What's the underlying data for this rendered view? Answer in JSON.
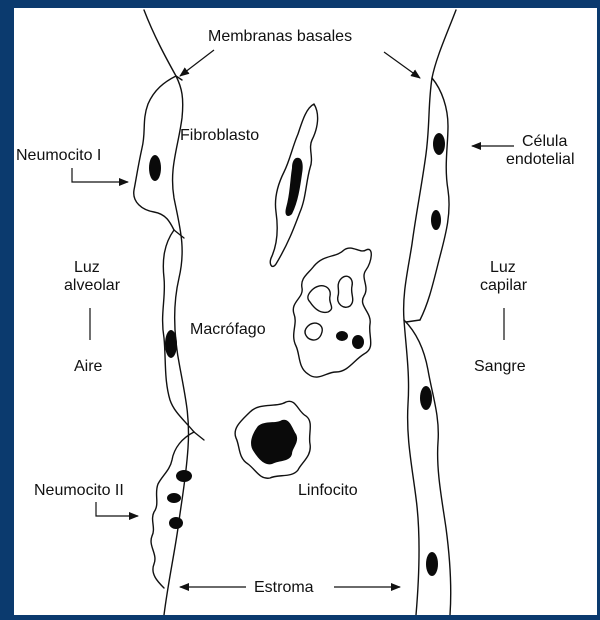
{
  "colors": {
    "frame": "#0b3a6e",
    "panel": "#ffffff",
    "ink": "#111111"
  },
  "labels": {
    "membranas_basales": "Membranas basales",
    "fibroblasto": "Fibroblasto",
    "neumocito_i": "Neumocito I",
    "celula_line1": "Célula",
    "celula_line2": "endotelial",
    "luz_alveolar_line1": "Luz",
    "luz_alveolar_line2": "alveolar",
    "aire": "Aire",
    "luz_capilar_line1": "Luz",
    "luz_capilar_line2": "capilar",
    "sangre": "Sangre",
    "macrofago": "Macrófago",
    "linfocito": "Linfocito",
    "neumocito_ii": "Neumocito II",
    "estroma": "Estroma"
  }
}
